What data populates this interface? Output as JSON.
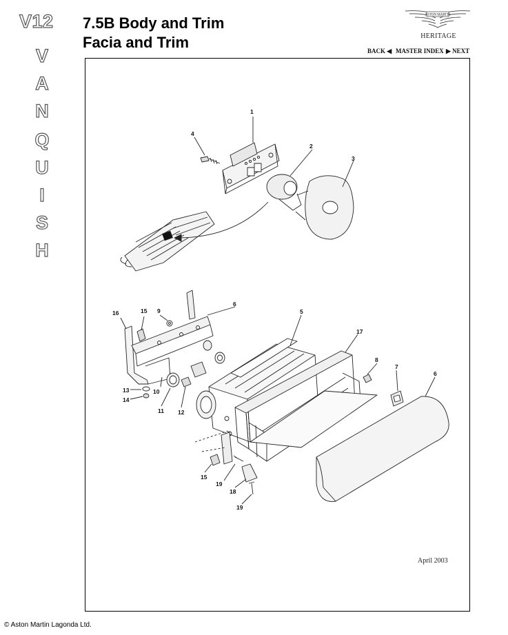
{
  "sidebar": {
    "model": "V12",
    "letters": [
      "V",
      "A",
      "N",
      "Q",
      "U",
      "I",
      "S",
      "H"
    ]
  },
  "header": {
    "title_line1": "7.5B Body and Trim",
    "title_line2": "Facia and Trim",
    "logo_text": "ASTON MARTIN",
    "heritage": "HERITAGE"
  },
  "nav": {
    "back": "BACK ◀",
    "master_index": "MASTER INDEX",
    "next": "▶ NEXT"
  },
  "diagram": {
    "callouts": [
      "1",
      "2",
      "3",
      "4",
      "5",
      "6",
      "6",
      "7",
      "8",
      "9",
      "10",
      "11",
      "12",
      "13",
      "14",
      "15",
      "15",
      "16",
      "17",
      "18",
      "19",
      "19"
    ]
  },
  "footer": {
    "date": "April 2003",
    "copyright": "© Aston Martin Lagonda Ltd."
  }
}
